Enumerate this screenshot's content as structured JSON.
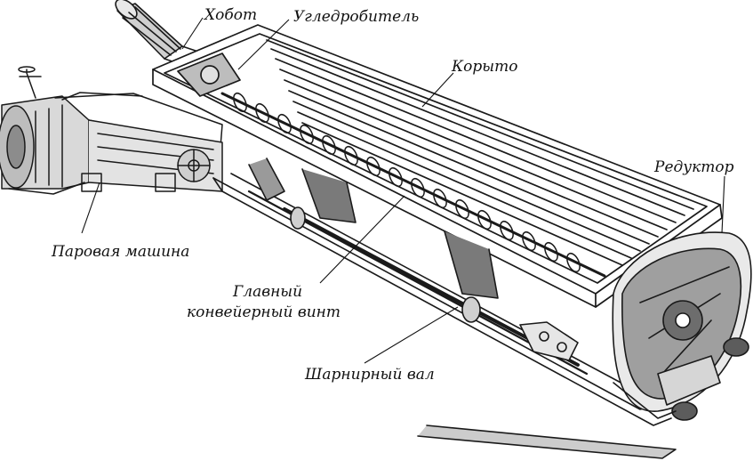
{
  "labels": {
    "hobot": "Хобот",
    "crusher": "Угледробитель",
    "trough": "Корыто",
    "reducer": "Редуктор",
    "steam_engine": "Паровая машина",
    "main_screw_line1": "Главный",
    "main_screw_line2": "конвейерный винт",
    "hinge_shaft": "Шарнирный вал"
  },
  "colors": {
    "ink": "#1a1a1a",
    "paper": "#ffffff"
  }
}
